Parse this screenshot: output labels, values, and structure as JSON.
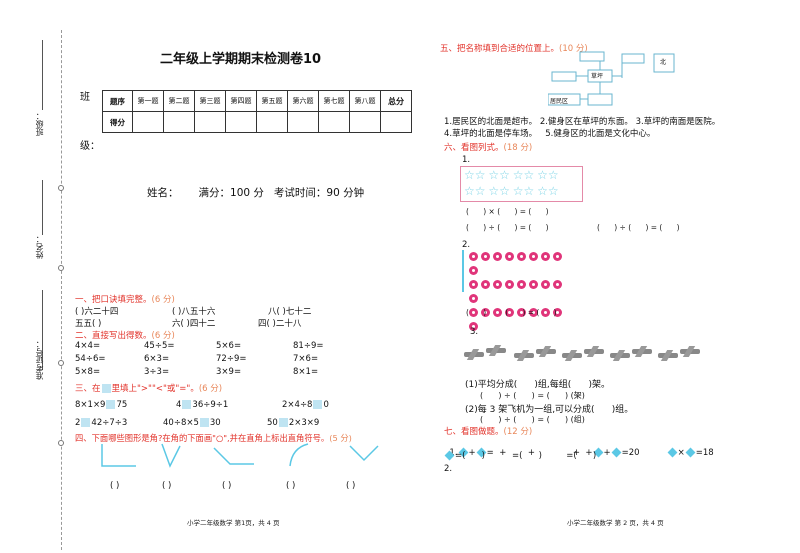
{
  "binding": {
    "class_label": "班级：",
    "name_label": "姓名：",
    "exam_no_label": "准考证号："
  },
  "header": {
    "title": "二年级上学期期末检测卷10",
    "class_label_top": "班",
    "class_label_bottom": "级：",
    "info": "姓名：      满分：100 分   考试时间：90 分钟"
  },
  "score_table": {
    "row1": [
      "题序",
      "第一题",
      "第二题",
      "第三题",
      "第四题",
      "第五题",
      "第六题",
      "第七题",
      "第八题",
      "总分"
    ],
    "row2_label": "得分"
  },
  "sec1": {
    "title": "一、把口诀填完整。",
    "points": "(6 分)",
    "line1": [
      "(      )六二十四",
      "(      )八五十六",
      "八(      )七十二"
    ],
    "line2": [
      "五五(             )",
      "六(      )四十二",
      "四(      )二十八"
    ]
  },
  "sec2": {
    "title": "二、直接写出得数。",
    "points": "(6 分)",
    "rows": [
      [
        "4×4=",
        "45÷5=",
        "5×6=",
        "81÷9="
      ],
      [
        "54÷6=",
        "6×3=",
        "72÷9=",
        "7×6="
      ],
      [
        "5×8=",
        "3÷3=",
        "3×9=",
        "8×1="
      ]
    ]
  },
  "sec3": {
    "title_a": "三、在",
    "title_b": "里填上\">\"\"<\"或\"=\"。",
    "points": "(6 分)",
    "items": [
      [
        "8×1×9",
        "75"
      ],
      [
        "4",
        "36÷9÷1"
      ],
      [
        "2×4÷8",
        "0"
      ],
      [
        "2",
        "42÷7÷3"
      ],
      [
        "40÷8×5",
        "30"
      ],
      [
        "50",
        "2×3×9"
      ]
    ]
  },
  "sec4": {
    "title": "四、下面哪些图形是角?在角的下面画\"○\",并在直角上标出直角符号。",
    "points": "(5 分)",
    "blank": "(      )"
  },
  "sec5": {
    "title": "五、把名称填到合适的位置上。",
    "points": "(10 分)",
    "map_labels": {
      "north": "北",
      "lawn": "草坪",
      "residential": "居民区"
    },
    "lines": [
      "1.居民区的北面是超市。 2.健身区在草坪的东面。 3.草坪的南面是医院。",
      "4.草坪的北面是停车场。   5.健身区的北面是文化中心。"
    ]
  },
  "sec6": {
    "title": "六、看图列式。",
    "points": "(18 分)",
    "q1": "1.",
    "q1_eq1": "(      ) × (      ) = (      )",
    "q1_eq2a": "(      ) ÷ (      ) = (      )",
    "q1_eq2b": "(      ) ÷ (      ) = (      )",
    "q2": "2.",
    "q2_eq": "(      )        (      ) = (      )",
    "q3": "3.",
    "q3_a": "(1)平均分成(      )组,每组(      )架。",
    "q3_a_eq": "(      ) ÷ (      ) = (      ) (架)",
    "q3_b": "(2)每 3 架飞机为一组,可以分成(      )组。",
    "q3_b_eq": "(      ) ÷ (      ) = (      ) (组)"
  },
  "sec7": {
    "title": "七、看图做题。",
    "points": "(12 分)",
    "l1a": "1.",
    "l1b": "+",
    "l1c": "=",
    "l1d": "+        +",
    "l1e": "+",
    "l1f": "+",
    "l1g": "+",
    "l1h": "=20",
    "l1i": "×",
    "l1j": "=18",
    "l2": "=(      )          =(      )         =(      )",
    "l3": "2."
  },
  "footer": {
    "left": "小学二年级数学  第1页，共 4 页",
    "right": "小学二年级数学  第 2 页，共 4 页"
  },
  "colors": {
    "section_red": "#e2332b",
    "points_orange": "#e8875a",
    "accent_blue": "#5bc8e5",
    "flower_pink": "#e0357a"
  }
}
